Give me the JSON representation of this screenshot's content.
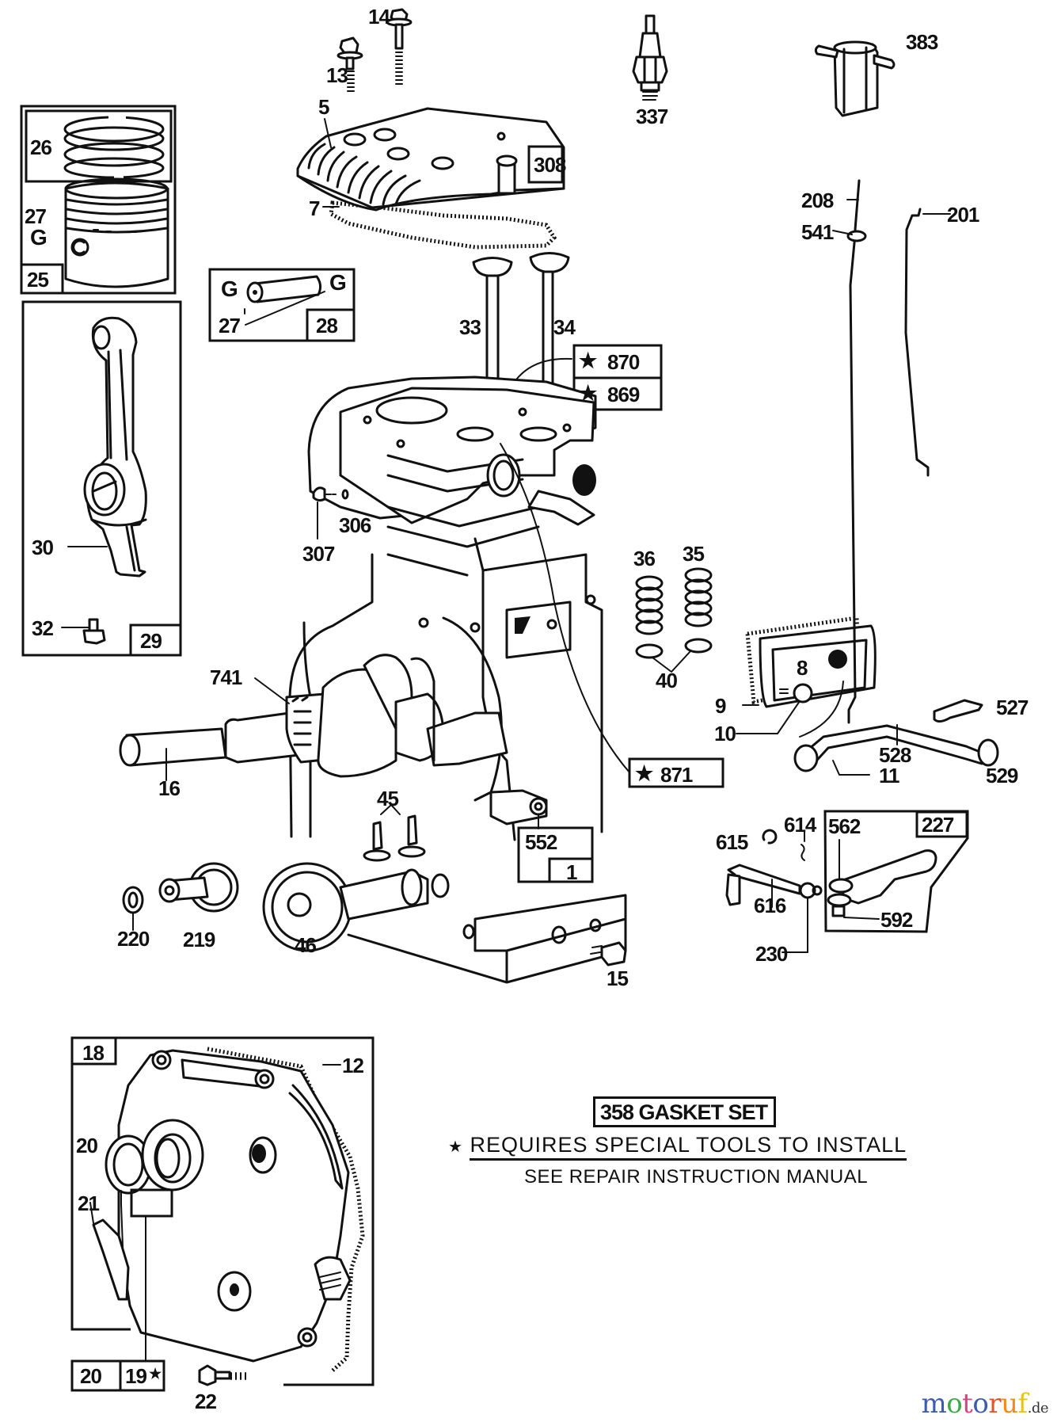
{
  "diagram": {
    "type": "exploded-parts-diagram",
    "subject": "engine cylinder, crankshaft and crankcase cover assembly"
  },
  "callouts": {
    "p14": "14",
    "p13": "13",
    "p5": "5",
    "p7": "7",
    "p308": "308",
    "p337": "337",
    "p383": "383",
    "p26": "26",
    "p27a": "27",
    "p27a_g": "G",
    "p25": "25",
    "p27b_g1": "G",
    "p27b_g2": "G",
    "p27b": "27",
    "p28": "28",
    "p30": "30",
    "p32": "32",
    "p29": "29",
    "p33": "33",
    "p34": "34",
    "p870": "870",
    "p869": "869",
    "p307": "307",
    "p306": "306",
    "p208": "208",
    "p541": "541",
    "p201": "201",
    "p36": "36",
    "p35": "35",
    "p40": "40",
    "p741": "741",
    "p16": "16",
    "p9": "9",
    "p8": "8",
    "p10": "10",
    "p11": "11",
    "p527": "527",
    "p528": "528",
    "p529": "529",
    "p871": "871",
    "p45": "45",
    "p552": "552",
    "p1": "1",
    "p220": "220",
    "p219": "219",
    "p46": "46",
    "p15": "15",
    "p615": "615",
    "p614": "614",
    "p616": "616",
    "p230": "230",
    "p562": "562",
    "p227": "227",
    "p592": "592",
    "p18": "18",
    "p12": "12",
    "p20a": "20",
    "p21": "21",
    "p20b": "20",
    "p19": "19",
    "p22": "22"
  },
  "symbols": {
    "star": "★"
  },
  "notes": {
    "gasket_set": "358 GASKET SET",
    "star_marker": "★",
    "requires": "REQUIRES SPECIAL TOOLS TO INSTALL",
    "see_manual": "SEE REPAIR INSTRUCTION MANUAL"
  },
  "watermark": {
    "letters": [
      "m",
      "o",
      "t",
      "o",
      "r",
      "u",
      "f"
    ],
    "colors": [
      "#3b5bab",
      "#3fa84a",
      "#d6457f",
      "#3b5bab",
      "#e0562a",
      "#f08a1c",
      "#e8c21a"
    ],
    "suffix": ".de"
  }
}
